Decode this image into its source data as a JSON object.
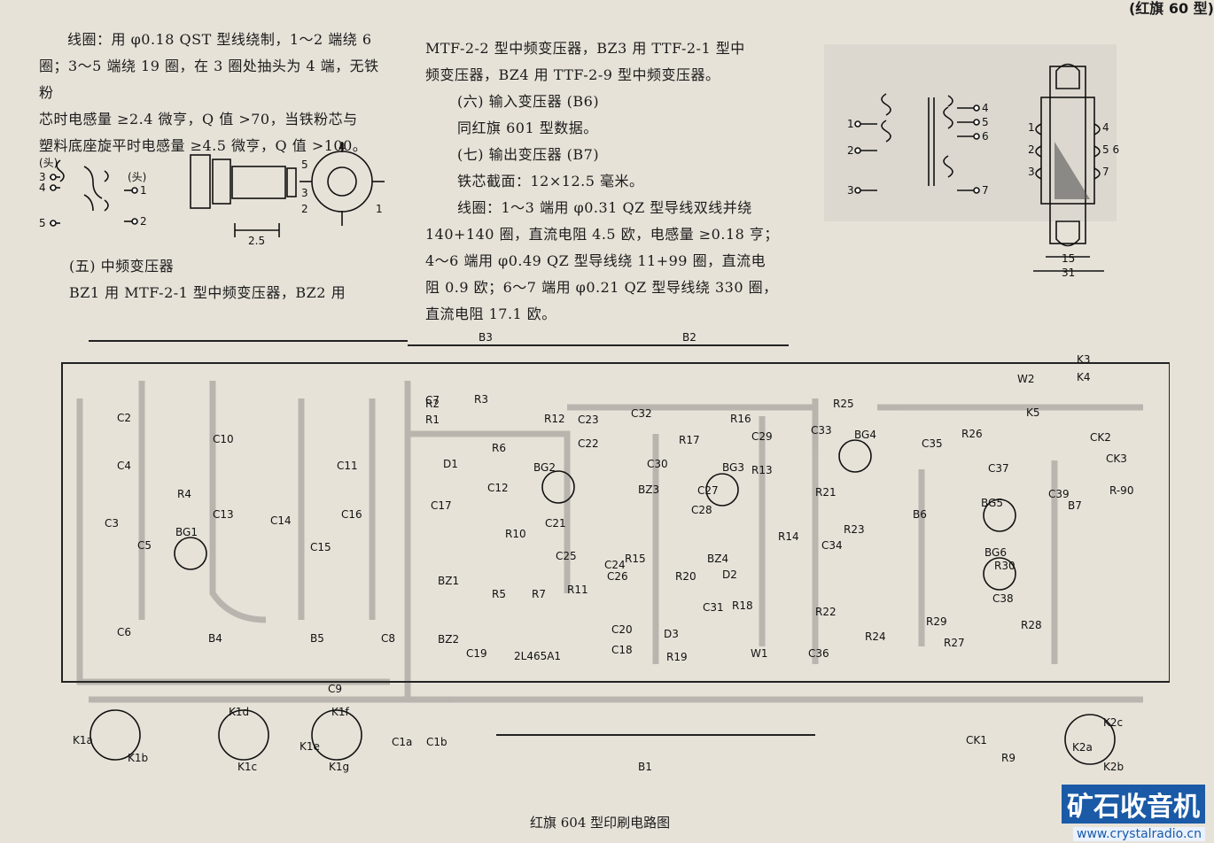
{
  "header_fragment": "(红旗 60 型)",
  "left_column": {
    "coil_paragraph": [
      "线圈：用 φ0.18 QST 型线绕制，1～2 端绕 6",
      "圈；3～5 端绕 19 圈，在 3 圈处抽头为 4 端，无铁粉",
      "芯时电感量 ≥2.4 微亨，Q 值 >70，当铁粉芯与",
      "塑料底座旋平时电感量 ≥4.5 微亨，Q 值 >100。"
    ],
    "diagram_labels": {
      "head_left": "(头)",
      "head_right": "(头)",
      "dim": "2.5",
      "pins_left": [
        "3",
        "4",
        "5"
      ],
      "pins_right": [
        "1",
        "2"
      ],
      "socket_pins": [
        "4",
        "5",
        "3",
        "2",
        "1"
      ]
    },
    "section5_title": "(五) 中频变压器",
    "section5_line": "BZ1 用 MTF-2-1 型中频变压器，BZ2 用"
  },
  "middle_column": {
    "lines": [
      "MTF-2-2 型中频变压器，BZ3 用 TTF-2-1 型中",
      "频变压器，BZ4 用 TTF-2-9 型中频变压器。",
      "(六) 输入变压器 (B6)",
      "同红旗 601 型数据。",
      "(七) 输出变压器 (B7)",
      "铁芯截面：12×12.5 毫米。",
      "线圈：1～3 端用 φ0.31 QZ 型导线双线并绕",
      "140+140 圈，直流电阻 4.5 欧，电感量 ≥0.18 亨；",
      "4～6 端用 φ0.49 QZ 型导线绕 11+99 圈，直流电",
      "阻 0.9 欧；6～7 端用 φ0.21 QZ 型导线绕 330 圈，",
      "直流电阻 17.1 欧。"
    ]
  },
  "right_diagram": {
    "primary_pins": [
      "1",
      "2",
      "3"
    ],
    "secondary_pins": [
      "4",
      "5",
      "6",
      "7"
    ],
    "core_pins_left": [
      "1",
      "2",
      "3"
    ],
    "core_pins_right": [
      "4",
      "5 6",
      "7"
    ],
    "dims": [
      "15",
      "31"
    ]
  },
  "pcb_labels": [
    "B3",
    "B2",
    "B1",
    "B4",
    "B5",
    "B6",
    "B7",
    "C2",
    "C3",
    "C4",
    "C5",
    "C6",
    "C7",
    "C8",
    "C9",
    "C10",
    "C11",
    "C12",
    "C13",
    "C14",
    "C15",
    "C16",
    "C17",
    "C18",
    "C19",
    "C20",
    "C21",
    "C22",
    "C23",
    "C24",
    "C25",
    "C26",
    "C27",
    "C28",
    "C29",
    "C30",
    "C31",
    "C32",
    "C33",
    "C34",
    "C35",
    "C36",
    "C37",
    "C38",
    "C39",
    "R1",
    "R2",
    "R3",
    "R4",
    "R5",
    "R6",
    "R7",
    "R9",
    "R10",
    "R11",
    "R12",
    "R13",
    "R14",
    "R15",
    "R16",
    "R17",
    "R18",
    "R19",
    "R20",
    "R21",
    "R22",
    "R23",
    "R24",
    "R25",
    "R26",
    "R27",
    "R28",
    "R29",
    "R30",
    "BG1",
    "BG2",
    "BG3",
    "BG4",
    "BG5",
    "BG6",
    "BZ1",
    "BZ2",
    "BZ3",
    "BZ4",
    "D1",
    "D2",
    "D3",
    "W1",
    "W2",
    "K1a",
    "K1b",
    "K1c",
    "K1d",
    "K1e",
    "K1f",
    "K1g",
    "C1a",
    "C1b",
    "K2a",
    "K2b",
    "K2c",
    "K3",
    "K4",
    "K5",
    "CK1",
    "CK2",
    "CK3",
    "R-90",
    "2L465A1"
  ],
  "figure_caption": "红旗 604 型印刷电路图",
  "watermark": {
    "name": "矿石收音机",
    "url": "www.crystalradio.cn"
  }
}
